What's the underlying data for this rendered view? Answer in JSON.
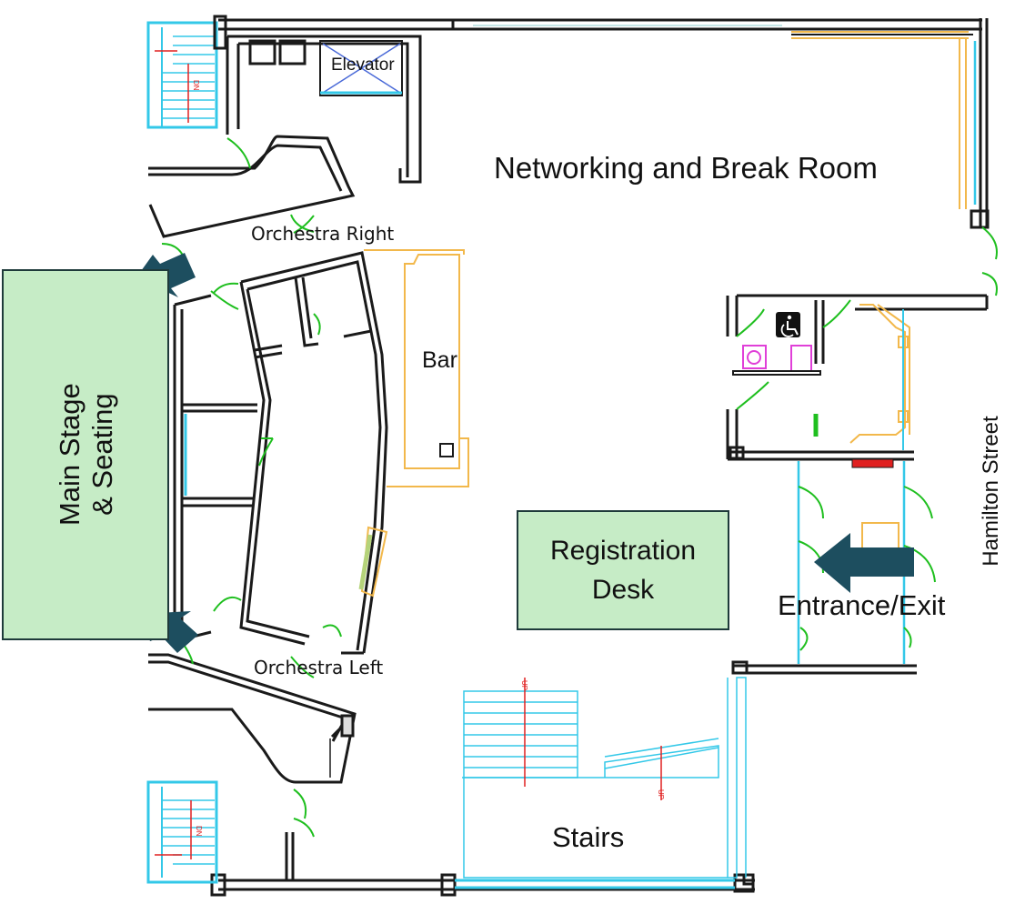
{
  "labels": {
    "elevator": "Elevator",
    "networking": "Networking and Break Room",
    "orchestra_right": "Orchestra Right",
    "orchestra_left": "Orchestra Left",
    "bar": "Bar",
    "hamilton": "Hamilton Street",
    "entrance": "Entrance/Exit",
    "stairs": "Stairs"
  },
  "boxes": {
    "stage_line1": "Main Stage",
    "stage_line2": "& Seating",
    "reg_line1": "Registration",
    "reg_line2": "Desk"
  },
  "stair_marks": {
    "up": "UP",
    "dn": "DN"
  },
  "colors": {
    "wall": "#1a1a1a",
    "door": "#1fbf1f",
    "stair": "#33c8e8",
    "fixture": "#f2b84b",
    "label_box": "#c6ecc6",
    "arrow": "#1d4e5f",
    "restroom_fixture": "#e03fd8",
    "red": "#e02020"
  },
  "icons": [
    "wheelchair-icon",
    "elevator-x-icon",
    "arrow-icon"
  ]
}
